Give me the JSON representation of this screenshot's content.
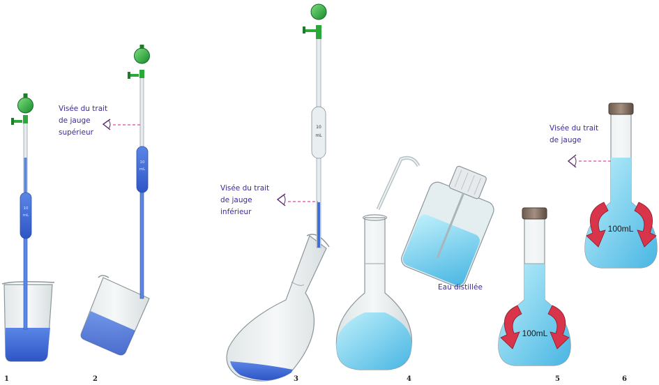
{
  "steps": [
    "1",
    "2",
    "3",
    "4",
    "5",
    "6"
  ],
  "labels": {
    "sight_upper": "Visée du trait\nde jauge\nsupérieur",
    "sight_lower": "Visée du trait\nde jauge\ninférieur",
    "sight_mark": "Visée du trait\nde jauge",
    "distilled_water": "Eau distillée",
    "pipette_volume": "10\nmL",
    "flask_volume": "100mL"
  },
  "colors": {
    "solution_blue": "#3f6fd6",
    "water_light": "#9fe0f2",
    "pipette_bulb": "#2aa83a",
    "arrow_red": "#d8344a",
    "sight_line": "#e0479a",
    "label_text": "#3a2a9a"
  }
}
